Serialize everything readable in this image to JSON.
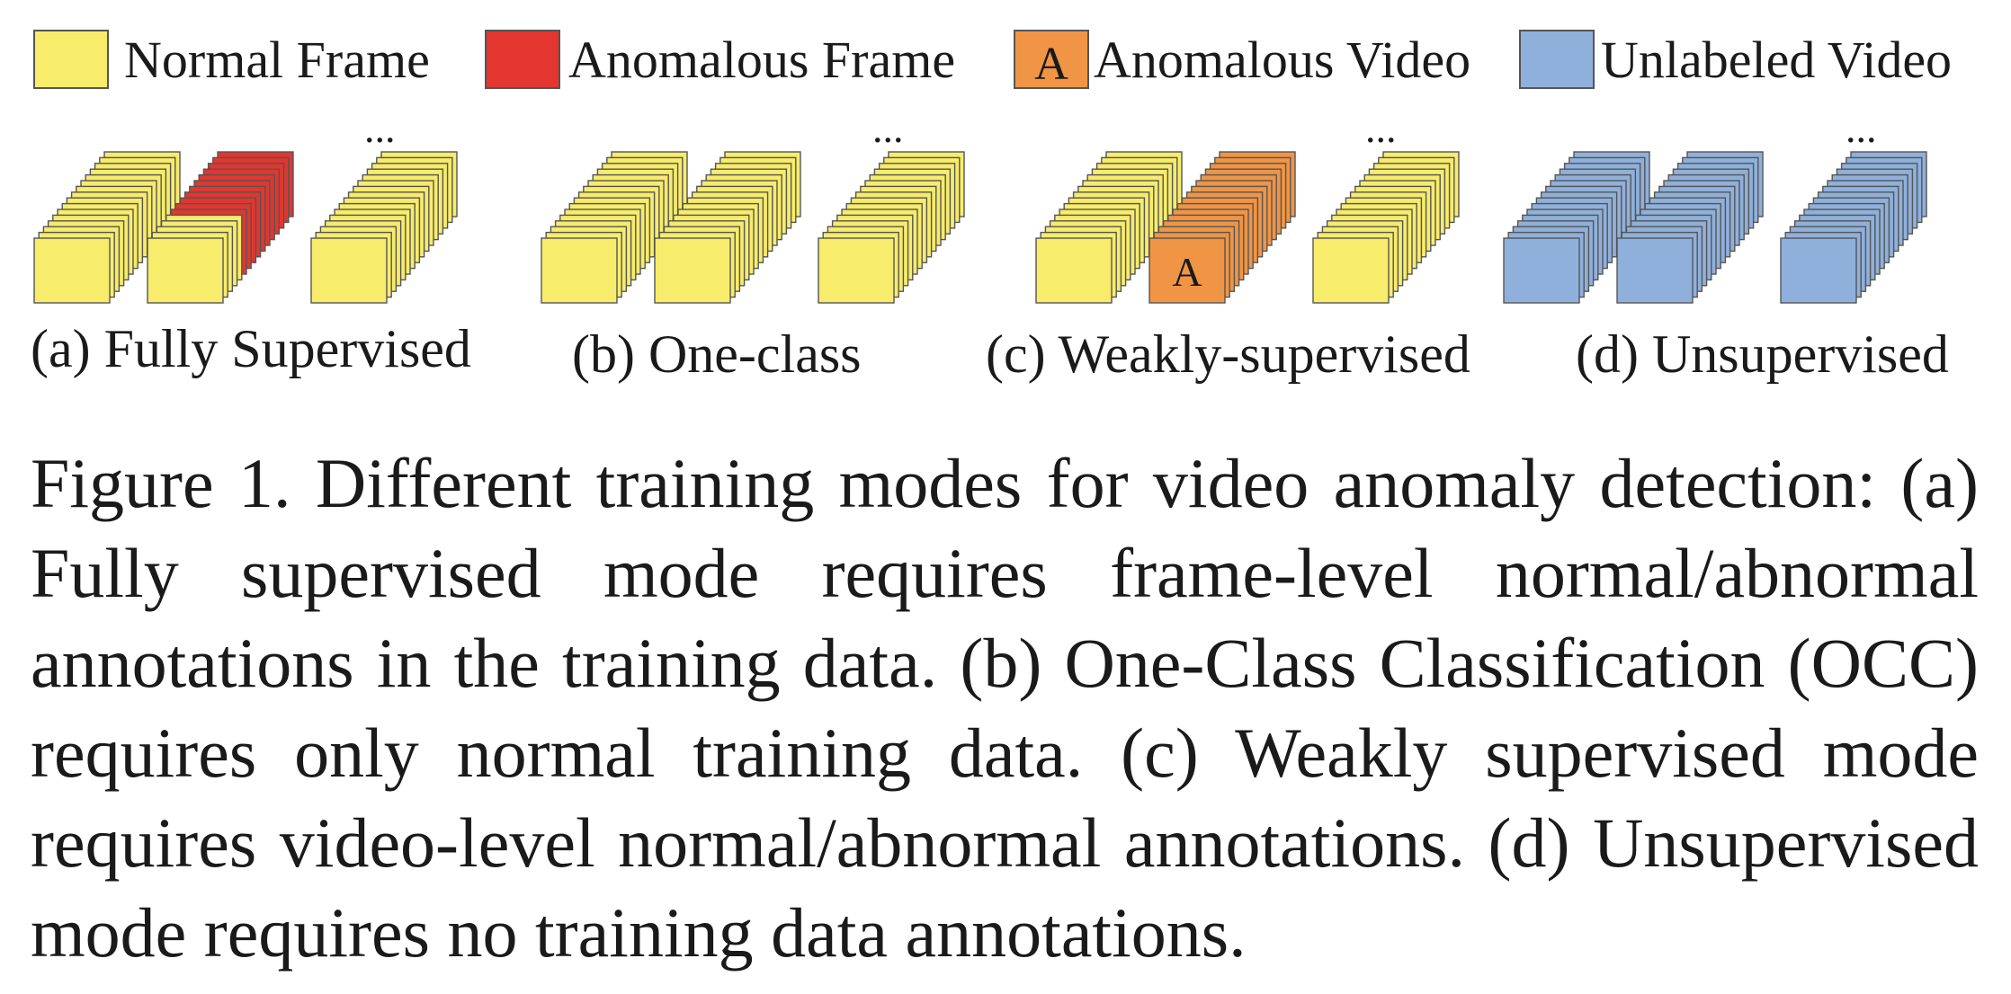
{
  "legend": {
    "normal_frame": "Normal Frame",
    "anomalous_frame": "Anomalous Frame",
    "anomalous_video": "Anomalous Video",
    "anomalous_video_marker": "A",
    "unlabeled_video": "Unlabeled Video"
  },
  "panels": [
    {
      "label": "(a) Fully Supervised",
      "ellipsis": "..."
    },
    {
      "label": "(b) One-class",
      "ellipsis": "..."
    },
    {
      "label": "(c) Weakly-supervised",
      "ellipsis": "...",
      "marker": "A"
    },
    {
      "label": "(d) Unsupervised",
      "ellipsis": "..."
    }
  ],
  "colors": {
    "normal": "#f7ec6b",
    "anomalous_frame": "#e2362f",
    "anomalous_video": "#ef9545",
    "unlabeled": "#8fb0da",
    "stroke": "#555555"
  },
  "caption": {
    "text": "Figure 1. Different training modes for video anomaly detection: (a) Fully supervised mode requires frame-level normal/abnormal annotations in the training data. (b) One-Class Classification (OCC) requires only normal training data. (c) Weakly supervised mode requires video-level normal/abnormal annotations. (d) Unsupervised mode requires no training data annotations."
  }
}
